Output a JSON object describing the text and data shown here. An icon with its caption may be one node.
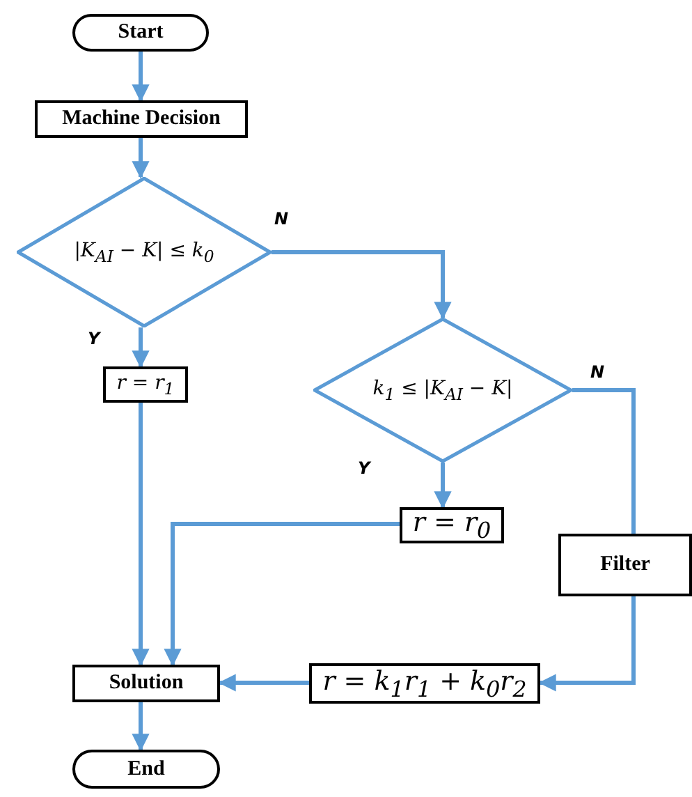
{
  "diagram": {
    "nodes": [
      {
        "text": [
          "Start"
        ]
      },
      {
        "text": [
          "Machine Decision"
        ]
      },
      {
        "text": [
          "|K$_{AI}$ − K| ≤ k$_{0}$"
        ]
      },
      {
        "text": [
          "r = r$_{1}$"
        ]
      },
      {
        "text": [
          "k$_{1}$ ≤ |K$_{AI}$ − K|"
        ]
      },
      {
        "text": [
          "r = r$_{0}$"
        ]
      },
      {
        "text": [
          "Filter"
        ]
      },
      {
        "text": [
          "Solution"
        ]
      },
      {
        "text": [
          "r = k$_{1}$r$_{1}$ + k$_{0}$r$_{2}$"
        ]
      },
      {
        "text": [
          "End"
        ]
      }
    ],
    "edges": [
      {
        "from": 0,
        "to": 1,
        "arrow": "to"
      },
      {
        "from": 1,
        "to": 2,
        "arrow": "to"
      },
      {
        "from": 2,
        "to": 3,
        "arrow": "to",
        "label": "Y"
      },
      {
        "from": 2,
        "to": 4,
        "arrow": "to",
        "label": "N"
      },
      {
        "from": 4,
        "to": 5,
        "arrow": "to",
        "label": "Y"
      },
      {
        "from": 4,
        "to": 6,
        "arrow": "none",
        "label": "N"
      },
      {
        "from": 6,
        "to": 8,
        "arrow": "to"
      },
      {
        "from": 3,
        "to": 7,
        "arrow": "to"
      },
      {
        "from": 5,
        "to": 7,
        "arrow": "to"
      },
      {
        "from": 8,
        "to": 7,
        "arrow": "to"
      },
      {
        "from": 7,
        "to": 9,
        "arrow": "to"
      }
    ]
  }
}
